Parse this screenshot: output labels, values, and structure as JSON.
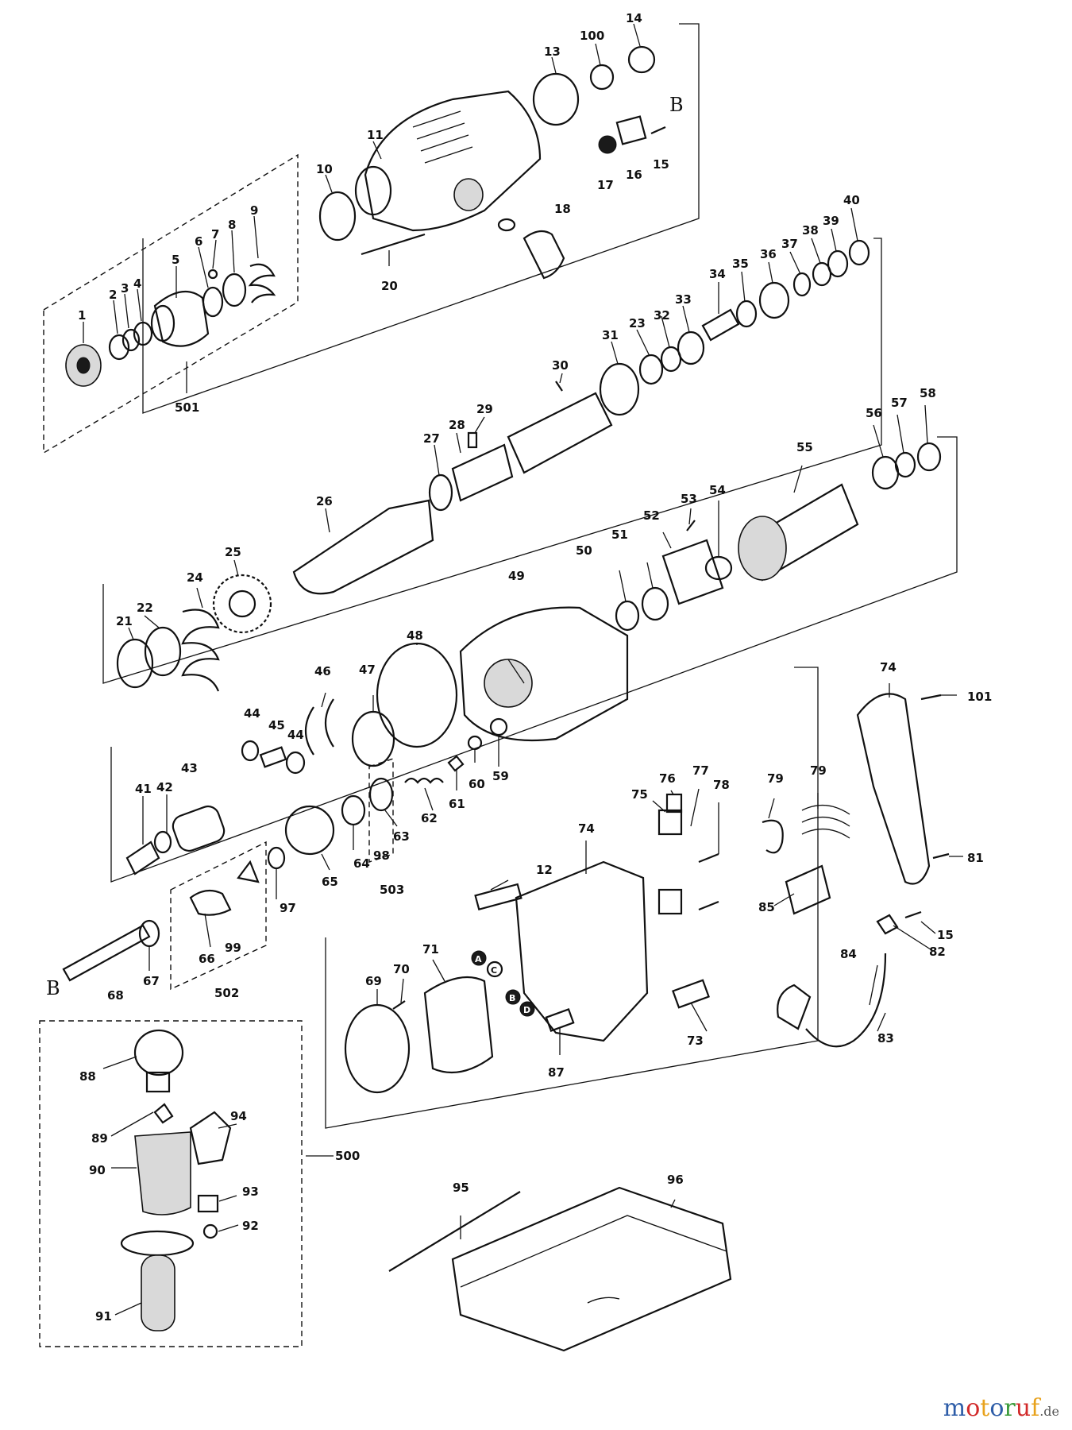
{
  "diagram": {
    "reference_labels": [
      "B",
      "B"
    ],
    "part_numbers": [
      "1",
      "2",
      "3",
      "4",
      "5",
      "6",
      "7",
      "8",
      "9",
      "10",
      "11",
      "12",
      "13",
      "14",
      "15",
      "15",
      "16",
      "17",
      "18",
      "20",
      "21",
      "22",
      "23",
      "24",
      "25",
      "26",
      "27",
      "28",
      "29",
      "30",
      "31",
      "32",
      "33",
      "34",
      "35",
      "36",
      "37",
      "38",
      "39",
      "40",
      "41",
      "42",
      "43",
      "44",
      "44",
      "45",
      "46",
      "47",
      "48",
      "49",
      "50",
      "51",
      "52",
      "53",
      "54",
      "55",
      "56",
      "57",
      "58",
      "59",
      "60",
      "61",
      "62",
      "63",
      "64",
      "65",
      "66",
      "67",
      "68",
      "69",
      "70",
      "71",
      "73",
      "74",
      "74",
      "75",
      "76",
      "77",
      "78",
      "79",
      "79",
      "81",
      "82",
      "83",
      "84",
      "85",
      "87",
      "88",
      "89",
      "90",
      "91",
      "92",
      "93",
      "94",
      "95",
      "96",
      "97",
      "98",
      "99",
      "100",
      "101",
      "500",
      "501",
      "502",
      "503"
    ],
    "wire_markers": [
      "A",
      "C",
      "B",
      "D"
    ]
  },
  "watermark": {
    "letters": [
      "m",
      "o",
      "t",
      "o",
      "r",
      "u",
      "f"
    ],
    "suffix": ".de",
    "colors": [
      "#2e5da8",
      "#d22a2a",
      "#e8a21c",
      "#2e5da8",
      "#3a9b3a",
      "#d22a2a",
      "#e8a21c",
      "#555555"
    ]
  }
}
